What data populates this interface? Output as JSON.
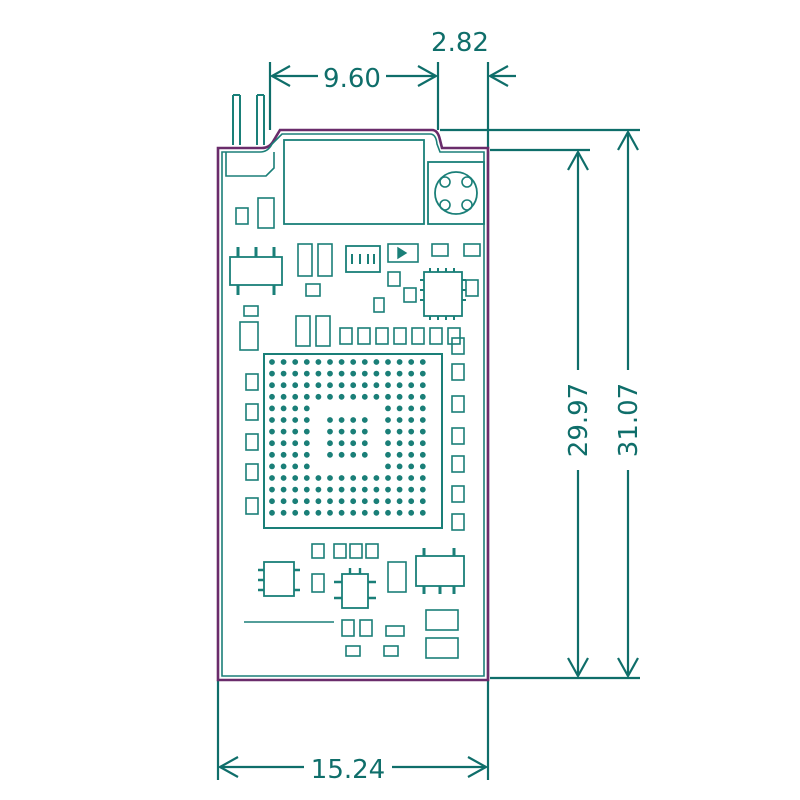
{
  "colors": {
    "dimension": "#0f6e6a",
    "outline": "#6a2c6b",
    "component": "#1a7f78",
    "background": "#ffffff"
  },
  "dimensions": {
    "top_offset": "2.82",
    "top_span": "9.60",
    "inner_height": "29.97",
    "outer_height": "31.07",
    "width": "15.24"
  },
  "icons": [
    "pin-header-icon",
    "antenna-module-icon",
    "crystal-icon",
    "bga-chip-icon"
  ]
}
